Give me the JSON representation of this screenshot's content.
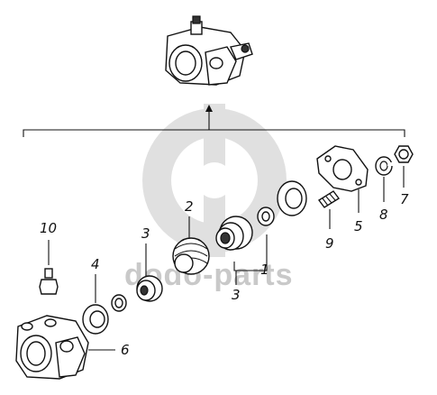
{
  "watermark": {
    "text": "dodo-parts",
    "color": "#c8c8c8"
  },
  "callouts": {
    "c1": "1",
    "c2": "2",
    "c3a": "3",
    "c3b": "3",
    "c4": "4",
    "c5": "5",
    "c6": "6",
    "c7": "7",
    "c8": "8",
    "c9": "9",
    "c10": "10"
  },
  "parts": [
    {
      "id": "housing-assembled",
      "icon": "brake-caliper-assembly-icon"
    },
    {
      "id": "1",
      "icon": "washer-icon"
    },
    {
      "id": "2",
      "icon": "spring-boot-icon"
    },
    {
      "id": "3",
      "icon": "bellows-seal-icon"
    },
    {
      "id": "4",
      "icon": "seal-ring-icon"
    },
    {
      "id": "5",
      "icon": "flange-plate-icon"
    },
    {
      "id": "6",
      "icon": "housing-body-icon"
    },
    {
      "id": "7",
      "icon": "hex-nut-icon"
    },
    {
      "id": "8",
      "icon": "lock-washer-icon"
    },
    {
      "id": "9",
      "icon": "threaded-stud-icon"
    },
    {
      "id": "10",
      "icon": "bleed-nipple-icon"
    }
  ]
}
